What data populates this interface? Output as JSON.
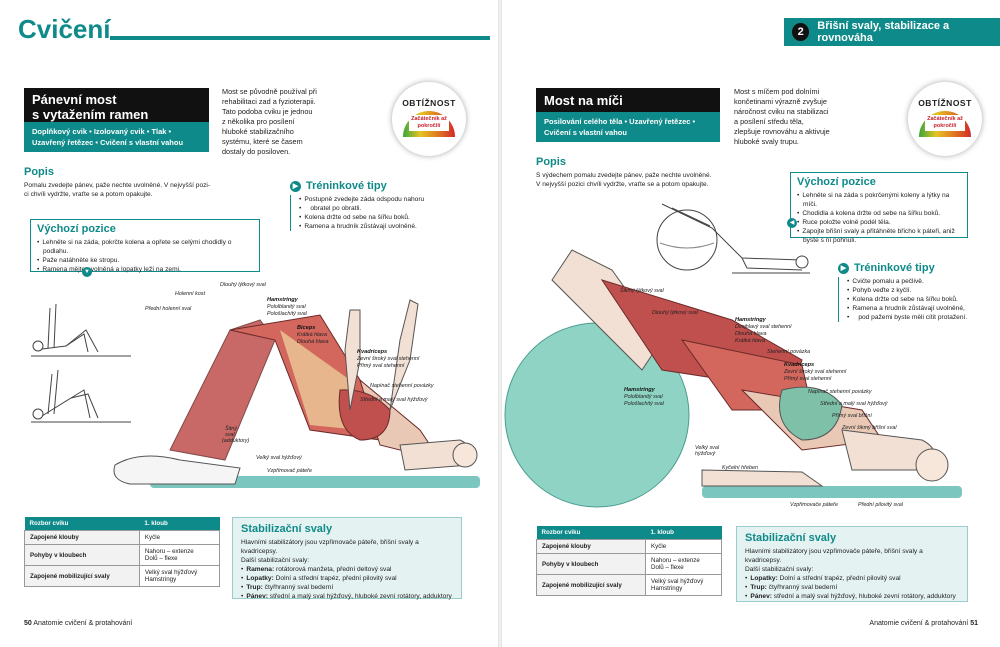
{
  "left": {
    "page_title": "Cvičení",
    "exercise": {
      "title_line1": "Pánevní most",
      "title_line2": "s vytažením ramen",
      "tags_line1": "Doplňkový cvik • Izolovaný cvik • Tlak •",
      "tags_line2": "Uzavřený řetězec • Cvičení s vlastní vahou",
      "intro": [
        "Most se původně používal při",
        "rehabilitaci zad a fyzioterapii.",
        "Tato podoba cviku je jednou",
        "z několika pro posílení",
        "hluboké stabilizačního",
        "systému, které se časem",
        "dostaly do posiloven."
      ],
      "difficulty_label": "OBTÍŽNOST",
      "difficulty_value": "Začátečník až pokročilí"
    },
    "popis": {
      "heading": "Popis",
      "lines": [
        "Pomalu zvedejte pánev, paže nechte uvolněné. V nejvyšší pozi-",
        "ci chvíli vydržte, vraťte se a potom opakujte."
      ]
    },
    "start": {
      "heading": "Výchozí pozice",
      "items": [
        "Lehněte si na záda, pokrčte kolena a opřete se celými chodidly o podlahu.",
        "Paže natáhněte ke stropu.",
        "Ramena mějte uvolněná a lopatky leží na zemi."
      ]
    },
    "tips": {
      "heading": "Tréninkové tipy",
      "items": [
        "Postupně zvedejte záda odspodu nahoru",
        "obratel po obratli.",
        "Kolena držte od sebe na šířku boků.",
        "Ramena a hrudník zůstávají uvolněné."
      ]
    },
    "labels": {
      "holenni_kost": "Holenní kost",
      "predni_holenni": "Přední holenní sval",
      "dlouhy_lytkovy": "Dlouhý lýtkový sval",
      "hamstringy": "Hamstringy",
      "pololblaniy": "Pololblanitý sval",
      "polosaclity": "Pološlachitý sval",
      "biceps": "Biceps",
      "kratka": "Krátká hlava",
      "dlouha": "Dlouhá hlava",
      "kvadriceps": "Kvadriceps",
      "zevni_siroky": "Zevní široký sval stehenní",
      "primy": "Přímý sval stehenní",
      "napinac": "Napínač stehenní povázky",
      "stredni_maly": "Střední a malý sval hýžďový",
      "sitny": "Šitný",
      "sitny2": "sval",
      "sitny3": "(adduktory)",
      "velky_hyzd": "Velký sval hýžďový",
      "vzprimovac": "Vzpřimovač páteře"
    },
    "table": {
      "headers": [
        "Rozbor cviku",
        "1. kloub"
      ],
      "rows": [
        [
          "Zapojené klouby",
          "Kyčle"
        ],
        [
          "Pohyby v kloubech",
          "Nahoru – extenze\nDolů – flexe"
        ],
        [
          "Zapojené mobilizující svaly",
          "Velký sval hýžďový\nHamstringy"
        ]
      ]
    },
    "stab": {
      "heading": "Stabilizační svaly",
      "intro": "Hlavními stabilizátory jsou vzpřimovače páteře, břišní svaly a kvadricepsy.",
      "intro2": "Další stabilizační svaly:",
      "items": [
        {
          "k": "Ramena:",
          "v": "rotátorová manžeta, přední deltový sval"
        },
        {
          "k": "Lopatky:",
          "v": "Dolní a střední trapéz, přední pilovitý sval"
        },
        {
          "k": "Trup:",
          "v": "čtyřhranný sval bederní"
        },
        {
          "k": "Pánev:",
          "v": "střední a malý sval hýžďový, hluboké zevní rotátory, adduktory"
        }
      ]
    },
    "footer_num": "50",
    "footer_text": "Anatomie cvičení & protahování"
  },
  "right": {
    "chapter_num": "2",
    "chapter_title": "Břišní svaly, stabilizace a rovnováha",
    "exercise": {
      "title": "Most na míči",
      "tags_line1": "Posilování celého těla • Uzavřený řetězec •",
      "tags_line2": "Cvičení s vlastní vahou",
      "intro": [
        "Most s míčem pod dolními",
        "končetinami výrazně zvyšuje",
        "náročnost cviku na stabilizaci",
        "a posílení středu těla,",
        "zlepšuje rovnováhu a aktivuje",
        "hluboké svaly trupu."
      ],
      "difficulty_label": "OBTÍŽNOST",
      "difficulty_value": "Začátečník až pokročilí"
    },
    "popis": {
      "heading": "Popis",
      "lines": [
        "S výdechem pomalu zvedejte pánev, paže nechte uvolněné.",
        "V nejvyšší pozici chvíli vydržte, vraťte se a potom opakujte."
      ]
    },
    "start": {
      "heading": "Výchozí pozice",
      "items": [
        "Lehněte si na záda s pokrčenými koleny a lýtky na míči.",
        "Chodidla a kolena držte od sebe na šířku boků.",
        "Ruce položte volně podél těla.",
        "Zapojte břišní svaly a přitáhněte břicho k páteři, aniž byste s ní pohnuli."
      ]
    },
    "tips": {
      "heading": "Tréninkové tipy",
      "items": [
        "Cvičte pomalu a pečlivě.",
        "Pohyb veďte z kyčlí.",
        "Kolena držte od sebe na šířku boků.",
        "Ramena a hrudník zůstávají uvolněné,",
        "pod pažemi byste měli cítit protažení."
      ]
    },
    "labels": {
      "sikmy_lytkovy": "Šikmý lýtkový sval",
      "dlouhy_lytkovy": "Dlouhý lýtkový sval",
      "hamstringy": "Hamstringy",
      "dvojhlavy": "Dvojhlavý sval stehenní",
      "dlouha": "Dlouhá hlava",
      "kratka": "Krátká hlava",
      "stehenni_povazka": "Stehenní povázka",
      "kvadriceps": "Kvadriceps",
      "zevni_siroky": "Zevní široký sval stehenní",
      "primy": "Přímý sval stehenní",
      "napinac": "Napínač stehenní povázky",
      "stredni_maly": "Střední a malý sval hýžďový",
      "primy_bricha": "Přímý sval břišní",
      "zevni_sikmy": "Zevní šikmý břišní sval",
      "hamstringy2": "Hamstringy",
      "pololblaniy": "Pololblanitý sval",
      "polosaclity": "Pološlachitý sval",
      "velky_hyzd": "Velký sval",
      "velky_hyzd2": "hýžďový",
      "kycelni": "Kyčelní hřeben",
      "vzprimovac": "Vzpřimovače páteře",
      "predni_pilovity": "Přední pilovitý sval"
    },
    "table": {
      "headers": [
        "Rozbor cviku",
        "1. kloub"
      ],
      "rows": [
        [
          "Zapojené klouby",
          "Kyčle"
        ],
        [
          "Pohyby v kloubech",
          "Nahoru – extenze\nDolů – flexe"
        ],
        [
          "Zapojené mobilizující svaly",
          "Velký sval hýžďový\nHamstringy"
        ]
      ]
    },
    "stab": {
      "heading": "Stabilizační svaly",
      "intro": "Hlavními stabilizátory jsou vzpřimovače páteře, břišní svaly a kvadricepsy.",
      "intro2": "Další stabilizační svaly:",
      "items": [
        {
          "k": "Lopatky:",
          "v": "Dolní a střední trapéz, přední pilovitý sval"
        },
        {
          "k": "Trup:",
          "v": "čtyřhranný sval bederní"
        },
        {
          "k": "Pánev:",
          "v": "střední a malý sval hýžďový, hluboké zevní rotátory, adduktory"
        }
      ]
    },
    "footer_text": "Anatomie cvičení & protahování",
    "footer_num": "51"
  },
  "colors": {
    "teal": "#0f8a8a",
    "muscle": "#c0504d",
    "mat": "#7cc6c0",
    "ball": "#8ed3c4"
  }
}
